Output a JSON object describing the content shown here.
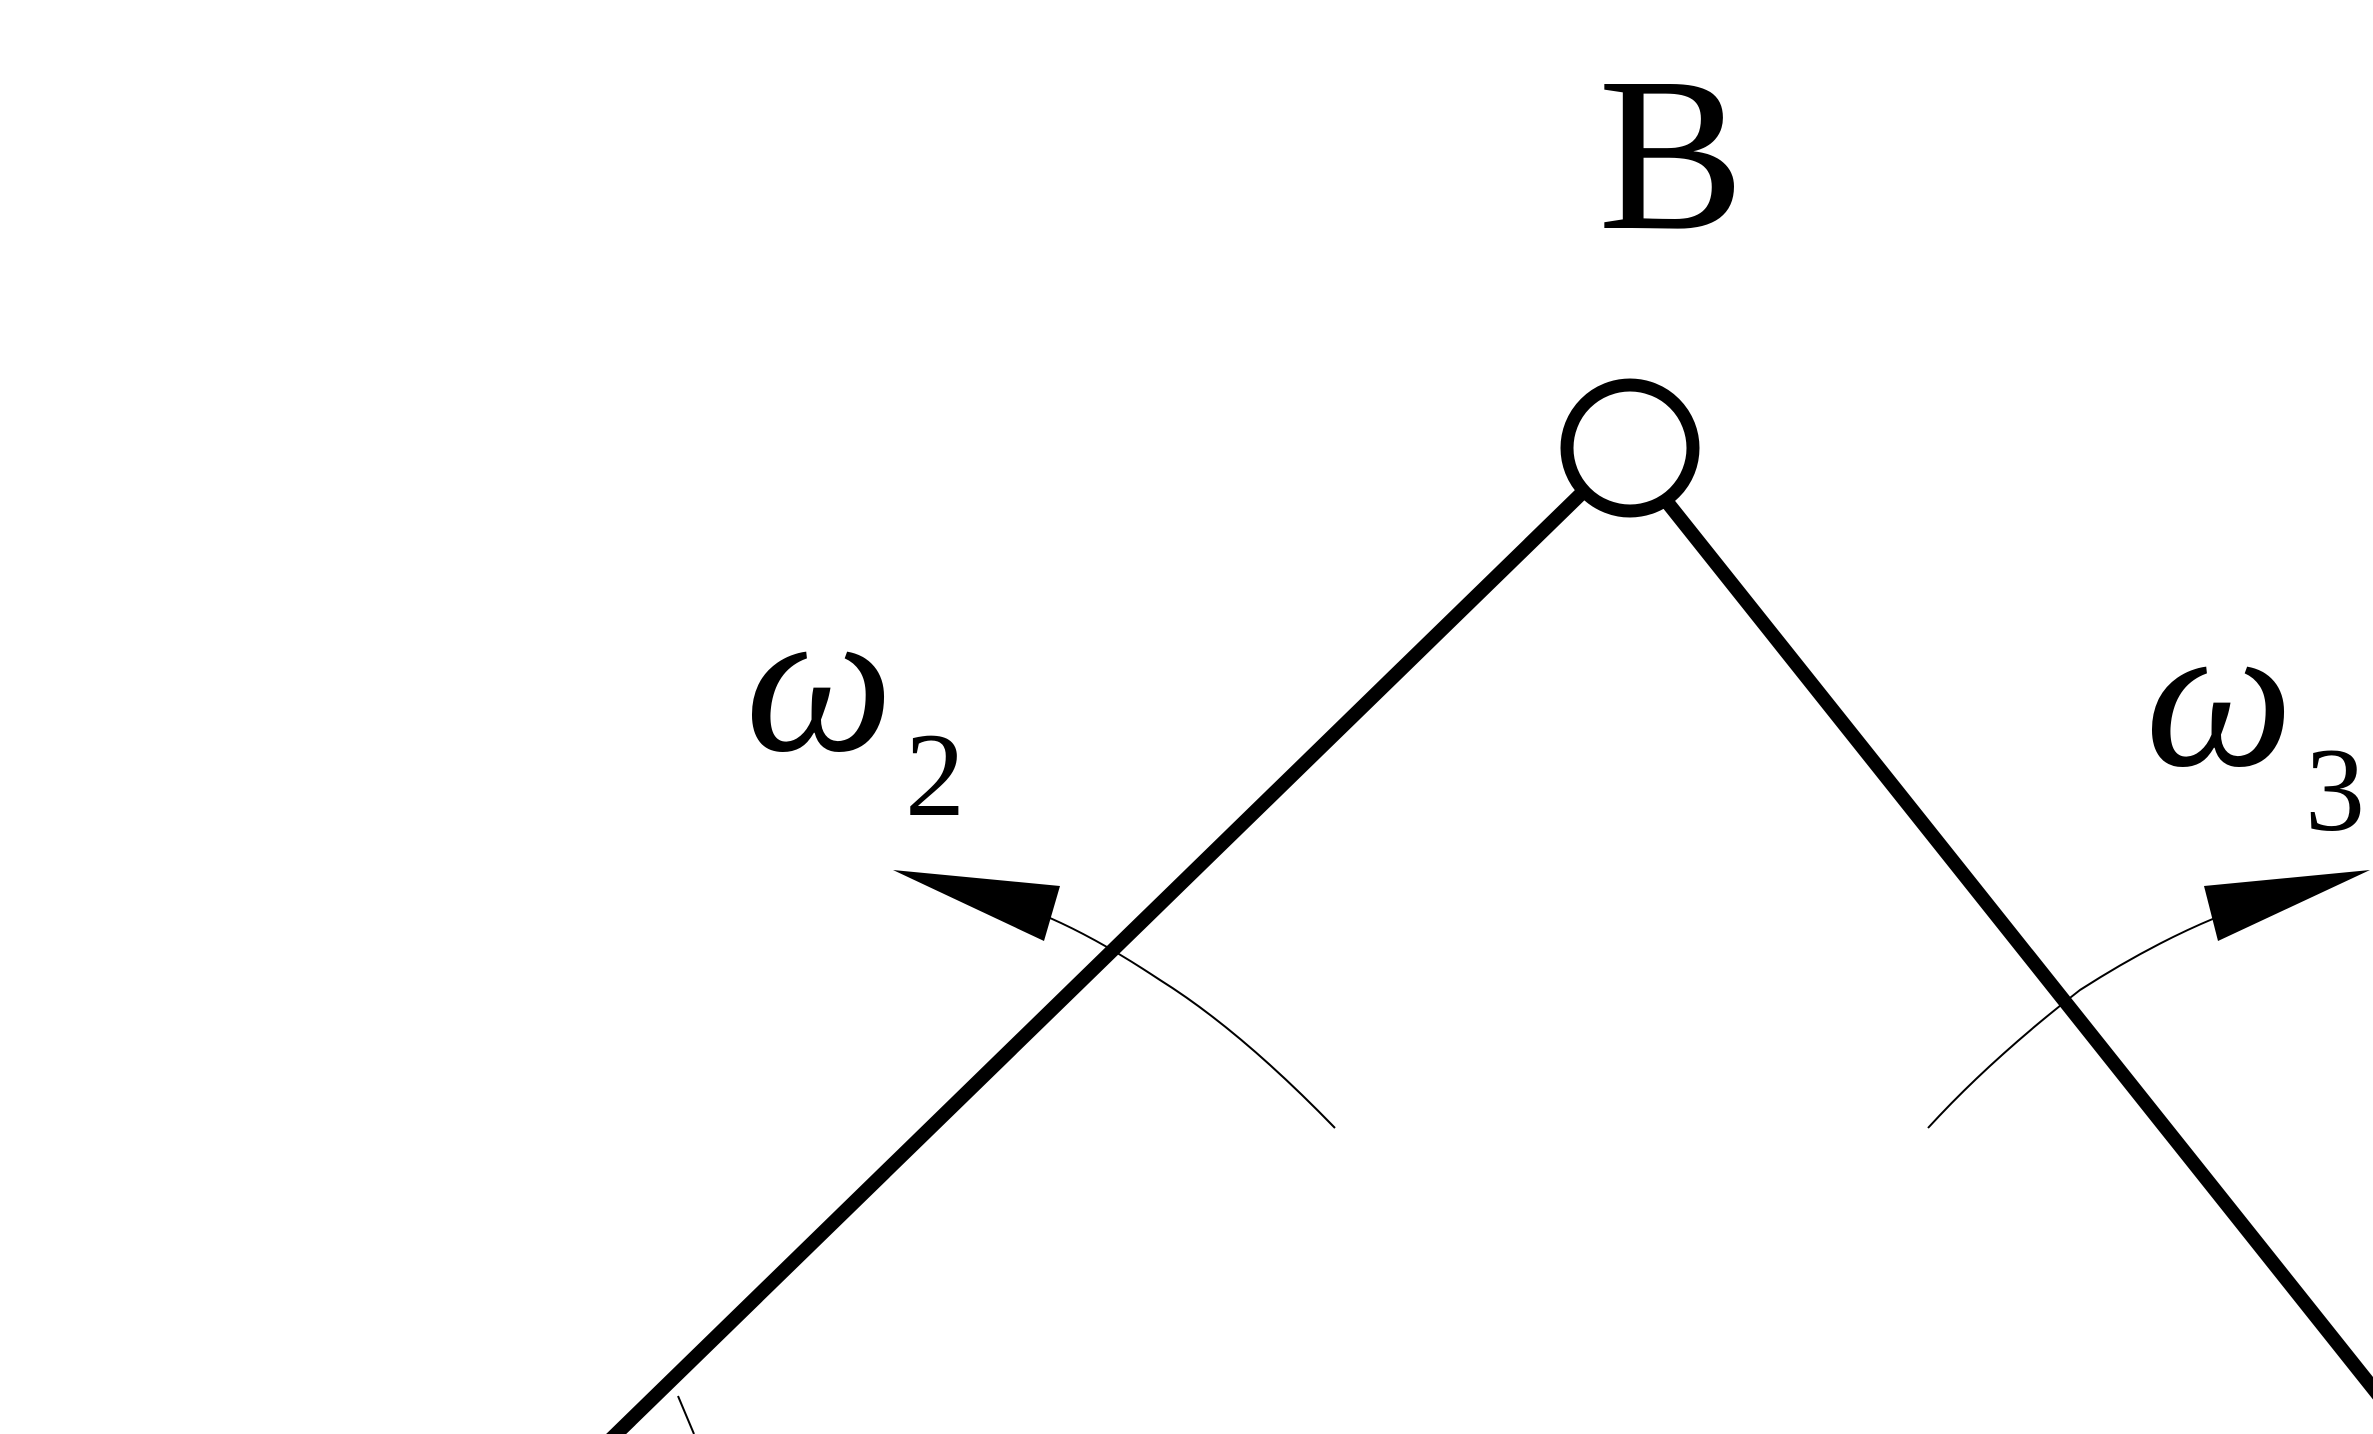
{
  "labels": {
    "joint": "B",
    "omega2_symbol": "ω",
    "omega2_subscript": "2",
    "omega3_symbol": "ω",
    "omega3_subscript": "3"
  },
  "colors": {
    "ink": "#000000",
    "background": "#ffffff"
  },
  "elements": {
    "joint": "pin-joint-circle",
    "links": [
      "link-2",
      "link-3"
    ],
    "arrows": [
      "omega2-rotation-arrow",
      "omega3-rotation-arrow"
    ]
  }
}
